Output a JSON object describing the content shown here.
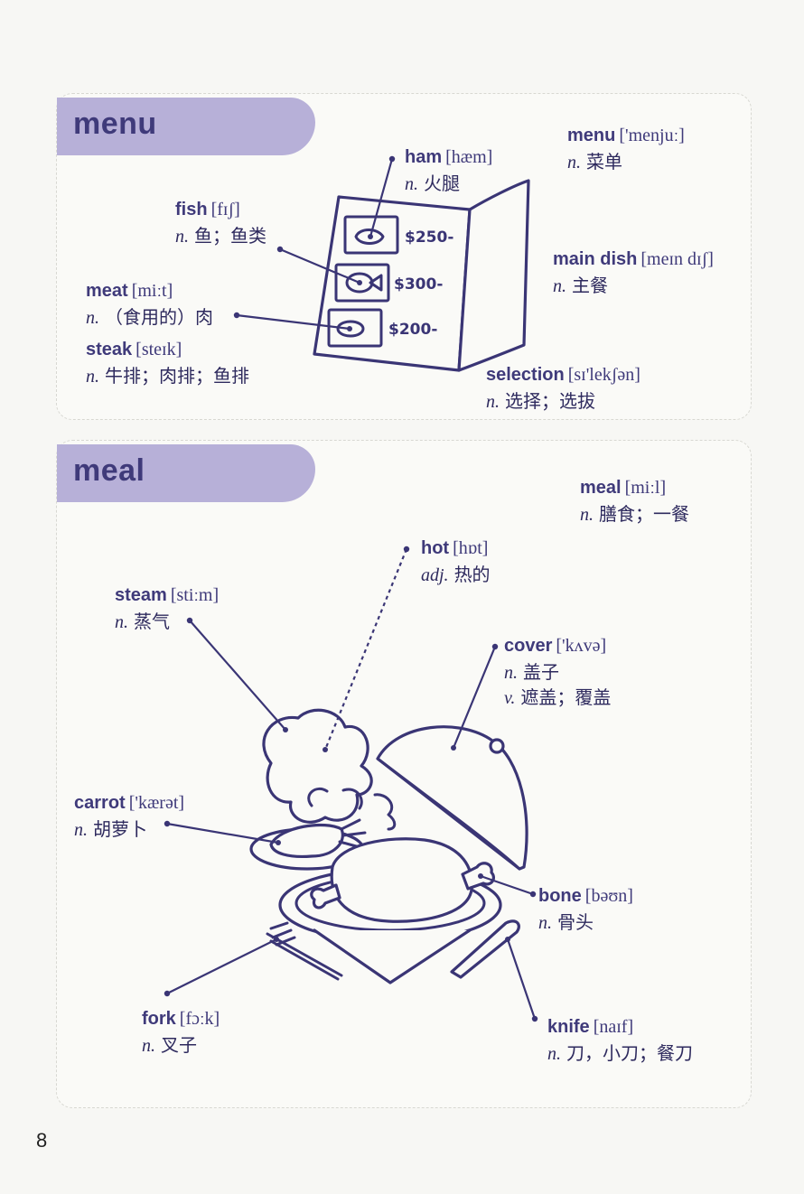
{
  "page_number": "8",
  "sections": {
    "menu": {
      "title": "menu",
      "prices": [
        "$250-",
        "$300-",
        "$200-"
      ],
      "words": {
        "menu": {
          "en": "menu",
          "ph": "['menjuː]",
          "defs": [
            {
              "pos": "n.",
              "zh": "菜单"
            }
          ]
        },
        "ham": {
          "en": "ham",
          "ph": "[hæm]",
          "defs": [
            {
              "pos": "n.",
              "zh": "火腿"
            }
          ]
        },
        "fish": {
          "en": "fish",
          "ph": "[fɪʃ]",
          "defs": [
            {
              "pos": "n.",
              "zh": "鱼；鱼类"
            }
          ]
        },
        "main_dish": {
          "en": "main dish",
          "ph": "[meɪn dɪʃ]",
          "defs": [
            {
              "pos": "n.",
              "zh": "主餐"
            }
          ]
        },
        "meat": {
          "en": "meat",
          "ph": "[miːt]",
          "defs": [
            {
              "pos": "n.",
              "zh": "（食用的）肉"
            }
          ]
        },
        "steak": {
          "en": "steak",
          "ph": "[steɪk]",
          "defs": [
            {
              "pos": "n.",
              "zh": "牛排；肉排；鱼排"
            }
          ]
        },
        "selection": {
          "en": "selection",
          "ph": "[sɪ'lekʃən]",
          "defs": [
            {
              "pos": "n.",
              "zh": "选择；选拔"
            }
          ]
        }
      }
    },
    "meal": {
      "title": "meal",
      "words": {
        "meal": {
          "en": "meal",
          "ph": "[miːl]",
          "defs": [
            {
              "pos": "n.",
              "zh": "膳食；一餐"
            }
          ]
        },
        "hot": {
          "en": "hot",
          "ph": "[hɒt]",
          "defs": [
            {
              "pos": "adj.",
              "zh": "热的"
            }
          ]
        },
        "steam": {
          "en": "steam",
          "ph": "[stiːm]",
          "defs": [
            {
              "pos": "n.",
              "zh": "蒸气"
            }
          ]
        },
        "cover": {
          "en": "cover",
          "ph": "['kʌvə]",
          "defs": [
            {
              "pos": "n.",
              "zh": "盖子"
            },
            {
              "pos": "v.",
              "zh": "遮盖；覆盖"
            }
          ]
        },
        "carrot": {
          "en": "carrot",
          "ph": "['kærət]",
          "defs": [
            {
              "pos": "n.",
              "zh": "胡萝卜"
            }
          ]
        },
        "bone": {
          "en": "bone",
          "ph": "[bəʊn]",
          "defs": [
            {
              "pos": "n.",
              "zh": "骨头"
            }
          ]
        },
        "fork": {
          "en": "fork",
          "ph": "[fɔːk]",
          "defs": [
            {
              "pos": "n.",
              "zh": "叉子"
            }
          ]
        },
        "knife": {
          "en": "knife",
          "ph": "[naɪf]",
          "defs": [
            {
              "pos": "n.",
              "zh": "刀，小刀；餐刀"
            }
          ]
        }
      }
    }
  }
}
